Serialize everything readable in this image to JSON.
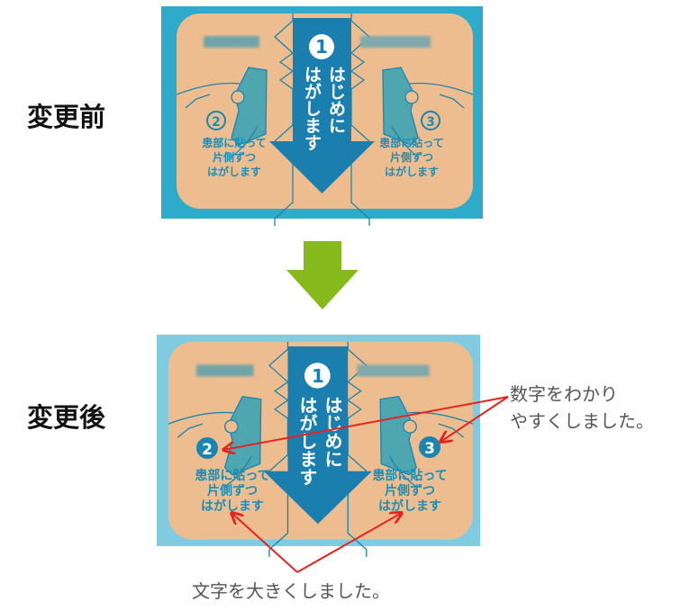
{
  "labels": {
    "before": "変更前",
    "after": "変更後"
  },
  "patch": {
    "step1_number": "1",
    "step1_col1": "はじめに",
    "step1_col2": "はがします",
    "step2_number": "2",
    "step3_number": "3",
    "side_line1": "患部に貼って",
    "side_line2": "片側ずつ",
    "side_line3": "はがします"
  },
  "annotations": {
    "numbers_line1": "数字をわかり",
    "numbers_line2": "やすくしました。",
    "text_note": "文字を大きくしました。"
  },
  "colors": {
    "before_bg": "#2eaacb",
    "after_bg": "#80cbe0",
    "patch": "#eebd8f",
    "ink": "#1a86b0",
    "green_arrow": "#86b91c",
    "red": "#e8221e"
  }
}
